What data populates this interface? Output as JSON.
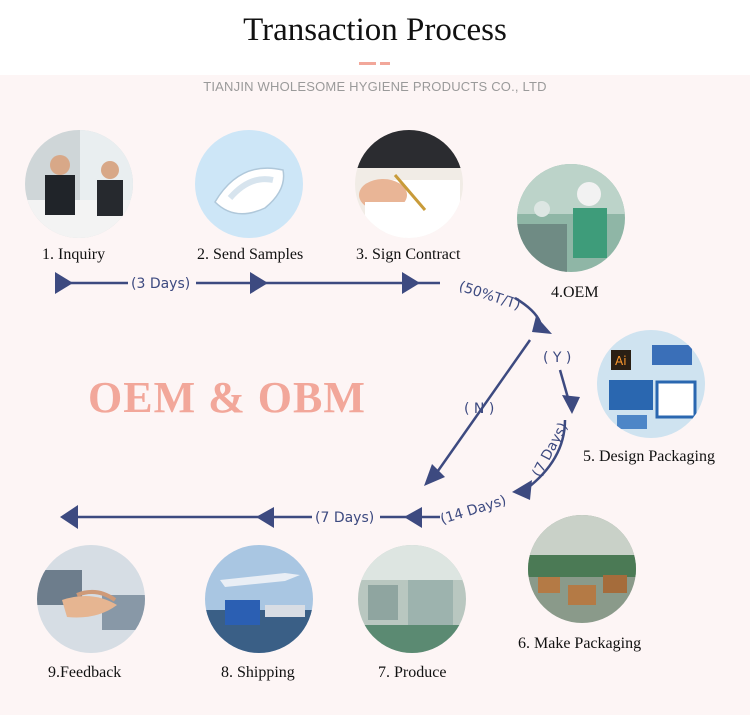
{
  "header": {
    "title": "Transaction Process",
    "subtitle": "TIANJIN WHOLESOME HYGIENE PRODUCTS CO., LTD"
  },
  "center_text": "OEM & OBM",
  "steps": [
    {
      "label": "1. Inquiry",
      "photo": "business-meeting-photo"
    },
    {
      "label": "2. Send Samples",
      "photo": "sanitary-pad-photo"
    },
    {
      "label": "3. Sign Contract",
      "photo": "signing-contract-photo"
    },
    {
      "label": "4.OEM",
      "photo": "factory-worker-photo"
    },
    {
      "label": "5. Design Packaging",
      "photo": "packaging-design-photo"
    },
    {
      "label": "6. Make Packaging",
      "photo": "packaging-warehouse-photo"
    },
    {
      "label": "7. Produce",
      "photo": "production-line-photo"
    },
    {
      "label": "8. Shipping",
      "photo": "shipping-transport-photo"
    },
    {
      "label": "9.Feedback",
      "photo": "handshake-photo"
    }
  ],
  "flow_labels": {
    "days_3": "(3 Days)",
    "payment": "(50%T/T)",
    "yes": "( Y )",
    "no": "( N )",
    "days_7_design": "(7 Days)",
    "days_14": "(14 Days)",
    "days_7_ship": "(7 Days)"
  },
  "colors": {
    "arrow": "#3d4a80",
    "accent": "#f2a79a",
    "background": "#fdf5f5"
  }
}
